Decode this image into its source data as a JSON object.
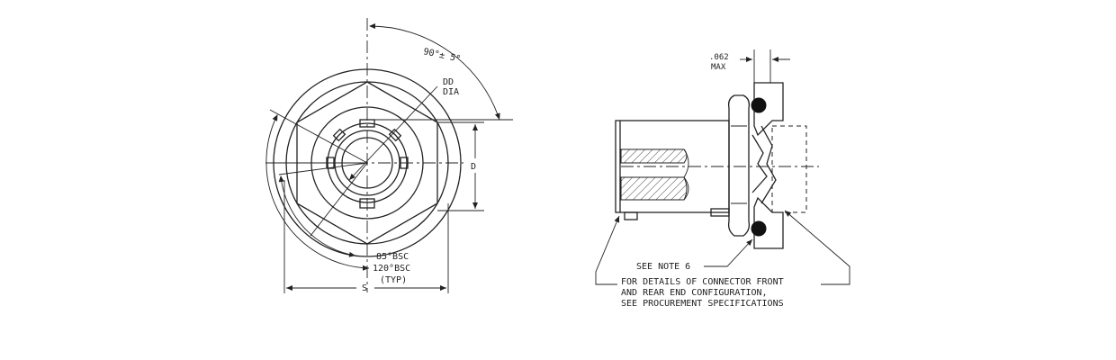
{
  "front_view": {
    "angle_label": "90°± 5°",
    "dd_label_line1": "DD",
    "dd_label_line2": "DIA",
    "d_label": "D",
    "angle85_label": "85°BSC",
    "angle120_label": "120°BSC",
    "typ_label": "(TYP)",
    "s_label": "S"
  },
  "side_view": {
    "gap_label_line1": ".062",
    "gap_label_line2": "MAX",
    "note_label": "SEE NOTE 6",
    "details_line1": "FOR DETAILS OF CONNECTOR FRONT",
    "details_line2": "AND REAR END CONFIGURATION,",
    "details_line3": "SEE PROCUREMENT SPECIFICATIONS"
  }
}
